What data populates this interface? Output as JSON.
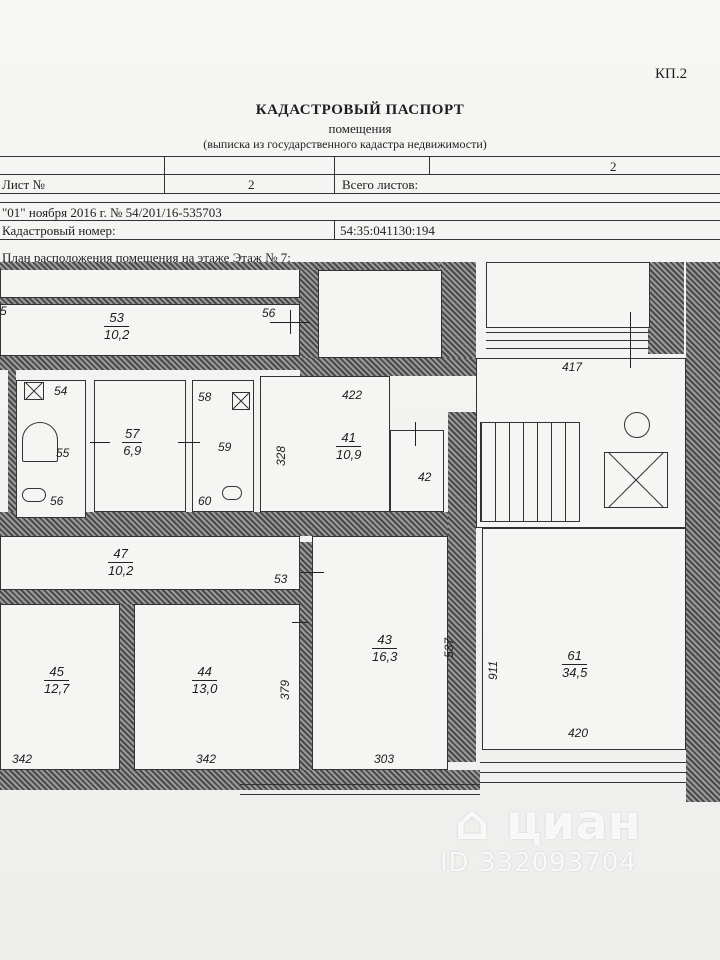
{
  "header": {
    "code": "КП.2",
    "title": "КАДАСТРОВЫЙ ПАСПОРТ",
    "subtitle": "помещения",
    "note": "(выписка из государственного кадастра недвижимости)"
  },
  "table": {
    "sheet_label": "Лист №",
    "sheet_value": "2",
    "total_label": "Всего листов:",
    "total_value": "2",
    "date_line": "\"01\" ноября 2016 г. № 54/201/16-535703",
    "cadastral_label": "Кадастровый номер:",
    "cadastral_value": "54:35:041130:194"
  },
  "plan": {
    "label": "План расположения помещения на этаже",
    "floor": "Этаж № 7:",
    "rooms": {
      "r53": {
        "num": "53",
        "area": "10,2"
      },
      "r57": {
        "num": "57",
        "area": "6,9"
      },
      "r41": {
        "num": "41",
        "area": "10,9"
      },
      "r47": {
        "num": "47",
        "area": "10,2"
      },
      "r45": {
        "num": "45",
        "area": "12,7"
      },
      "r44": {
        "num": "44",
        "area": "13,0"
      },
      "r43": {
        "num": "43",
        "area": "16,3"
      },
      "r61": {
        "num": "61",
        "area": "34,5"
      }
    },
    "labels": {
      "l5": "5",
      "l56a": "56",
      "l417": "417",
      "l54": "54",
      "l58": "58",
      "l422": "422",
      "l55": "55",
      "l59": "59",
      "l42": "42",
      "l56b": "56",
      "l60": "60",
      "l53b": "53",
      "l342a": "342",
      "l342b": "342",
      "l303": "303",
      "l420": "420",
      "v328": "328",
      "v379": "379",
      "v537": "537",
      "v911": "911"
    }
  },
  "watermark": {
    "logo": "⌂ циан",
    "id": "ID 332093704"
  }
}
